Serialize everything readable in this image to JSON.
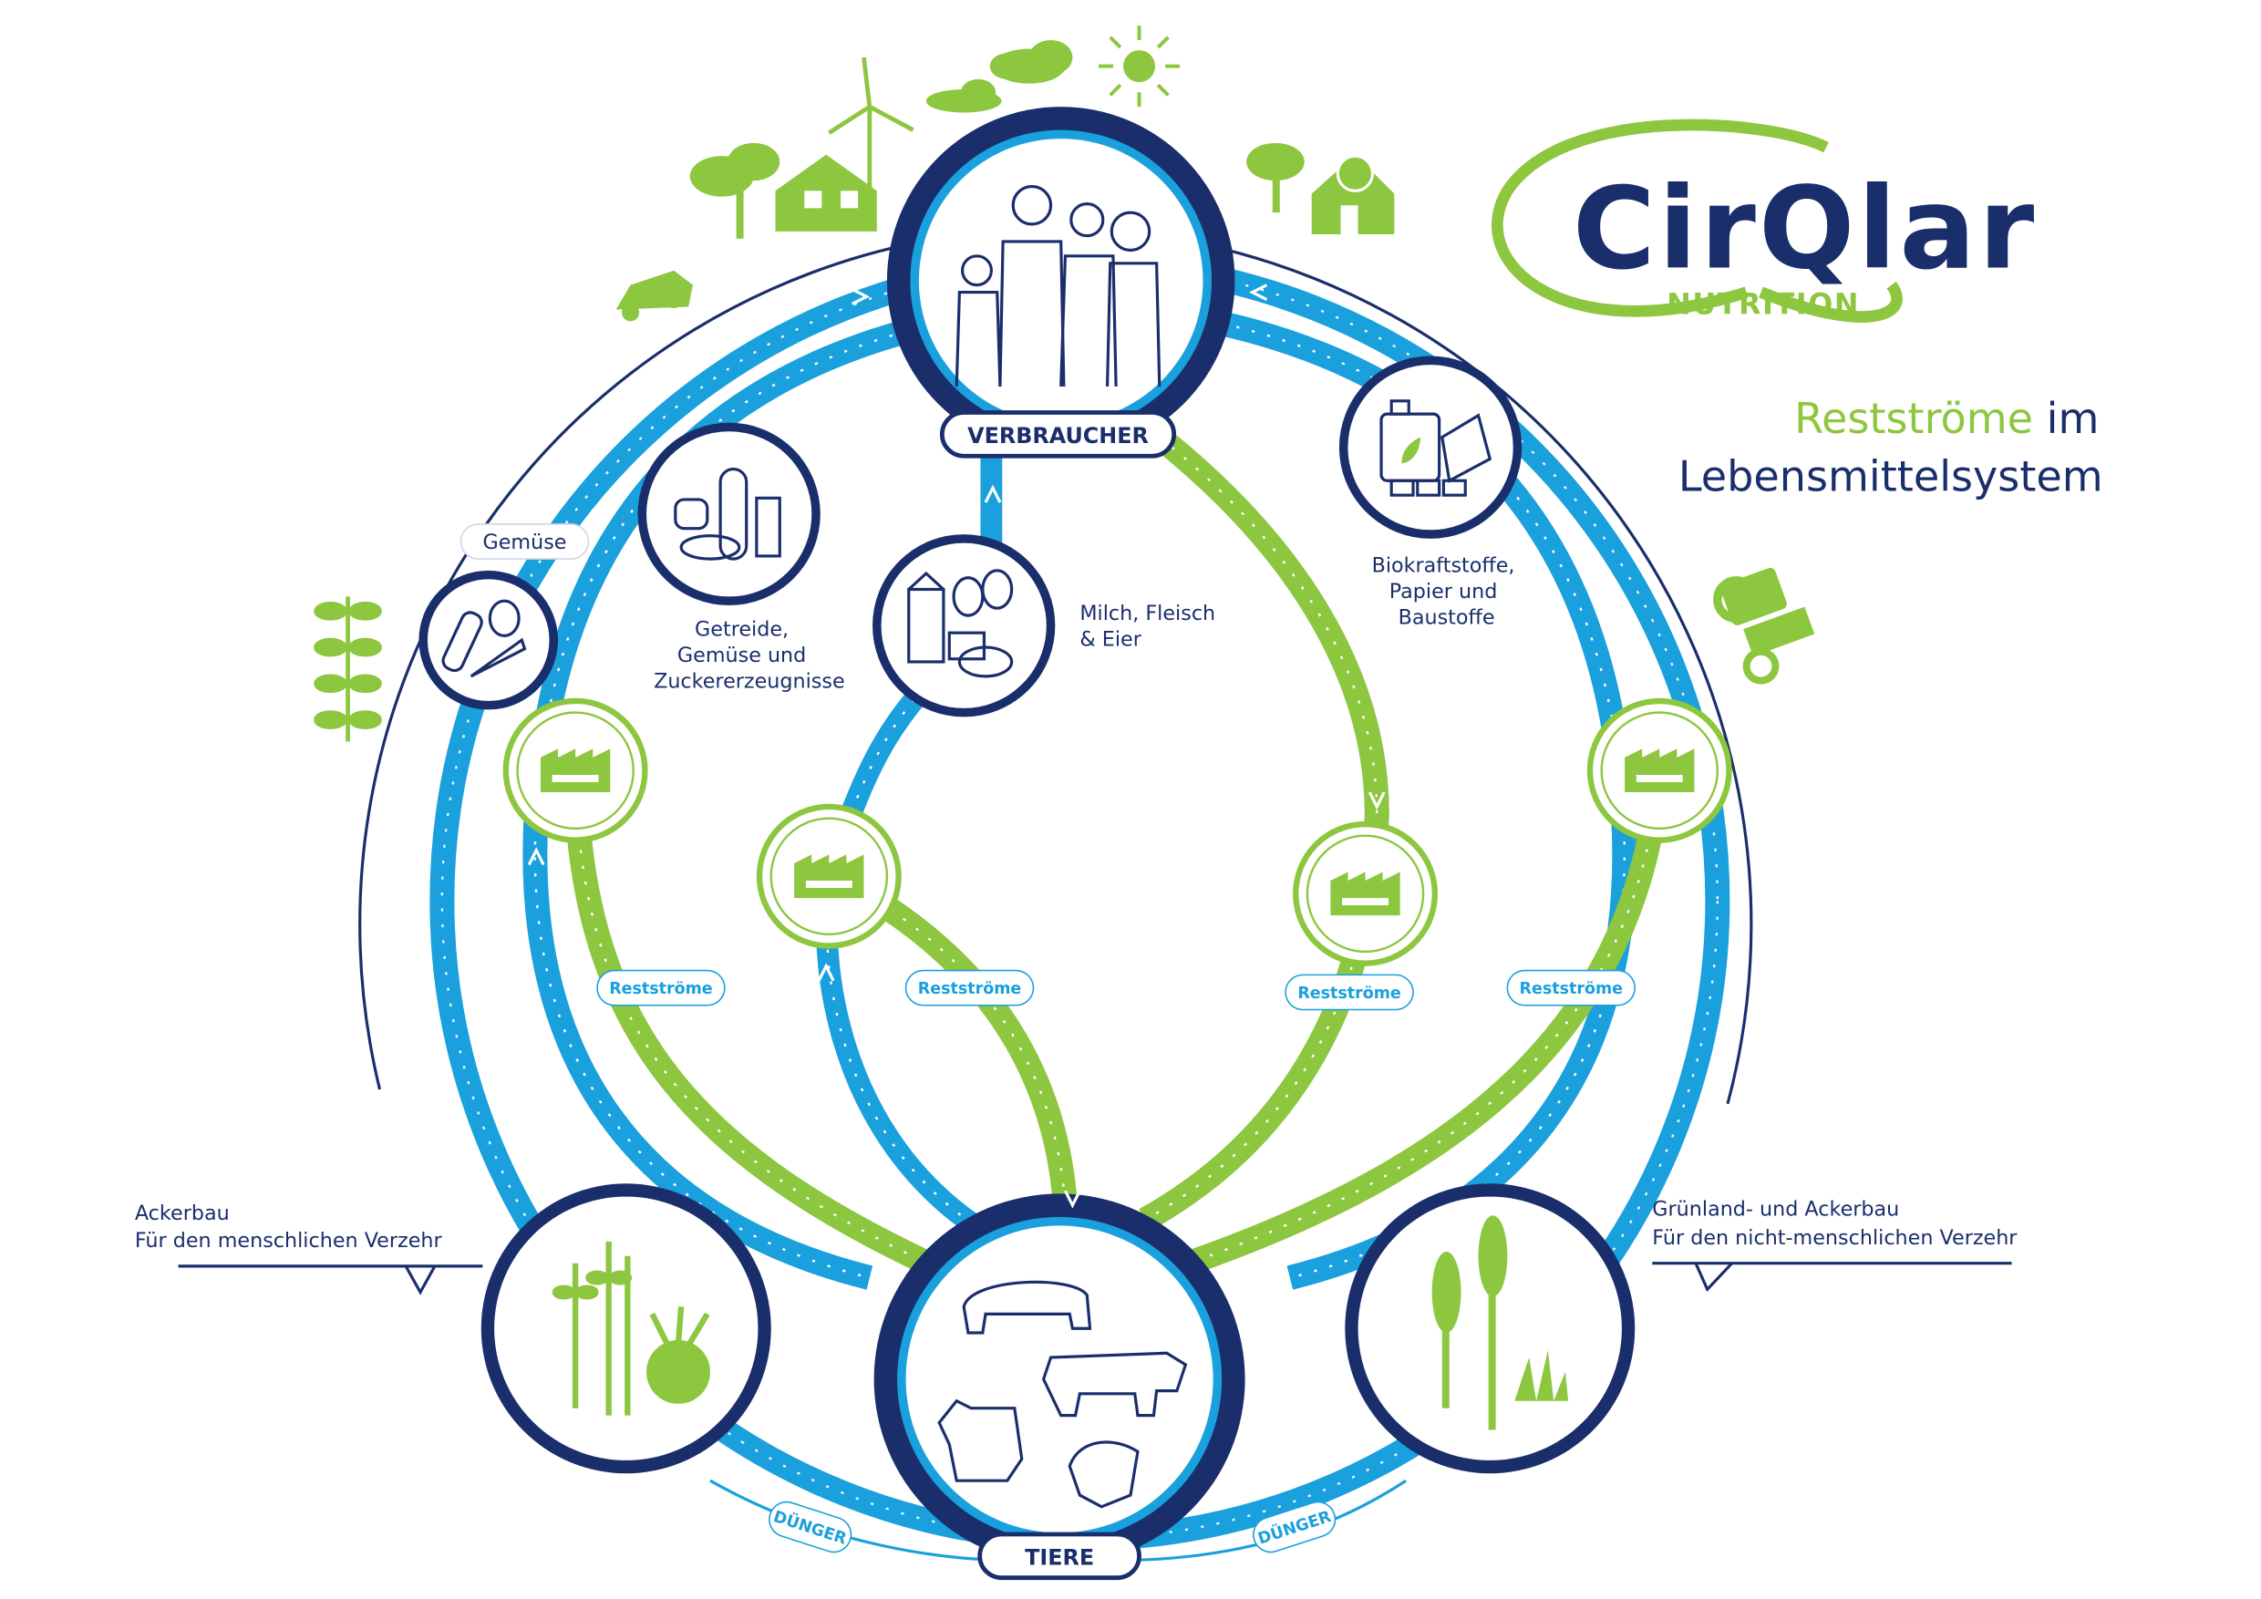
{
  "logo": {
    "brand": "CirQlar",
    "sub": "NUTRITION"
  },
  "title": {
    "highlight": "Restströme",
    "rest": " im",
    "line2": "Lebensmittelsystem"
  },
  "nodes": {
    "consumer": "VERBRAUCHER",
    "animals": "TIERE"
  },
  "labels": {
    "gemuese": "Gemüse",
    "getreide": [
      "Getreide,",
      "Gemüse und",
      "Zuckererzeugnisse"
    ],
    "milch": [
      "Milch, Fleisch",
      "& Eier"
    ],
    "bio": [
      "Biokraftstoffe,",
      "Papier und",
      "Baustoffe"
    ],
    "ackerbau": [
      "Ackerbau",
      "Für den menschlichen Verzehr"
    ],
    "gruenland": [
      "Grünland- und Ackerbau",
      "Für den nicht-menschlichen Verzehr"
    ]
  },
  "pills": {
    "reststroeme": "Restströme",
    "duenger": "DÜNGER"
  },
  "colors": {
    "navy": "#1a2e6c",
    "blue": "#1aa0dc",
    "green": "#8dc63f"
  },
  "icons": [
    "family-icon",
    "livestock-icon",
    "bread-icon",
    "vegetables-icon",
    "milk-eggs-icon",
    "canister-icon",
    "factory-icon",
    "wheat-beet-icon",
    "corn-grass-icon",
    "tractor-icon",
    "car-icon",
    "house-icon",
    "wind-turbine-icon",
    "sun-icon",
    "cloud-icon",
    "tree-icon",
    "barn-icon",
    "plants-icon"
  ]
}
